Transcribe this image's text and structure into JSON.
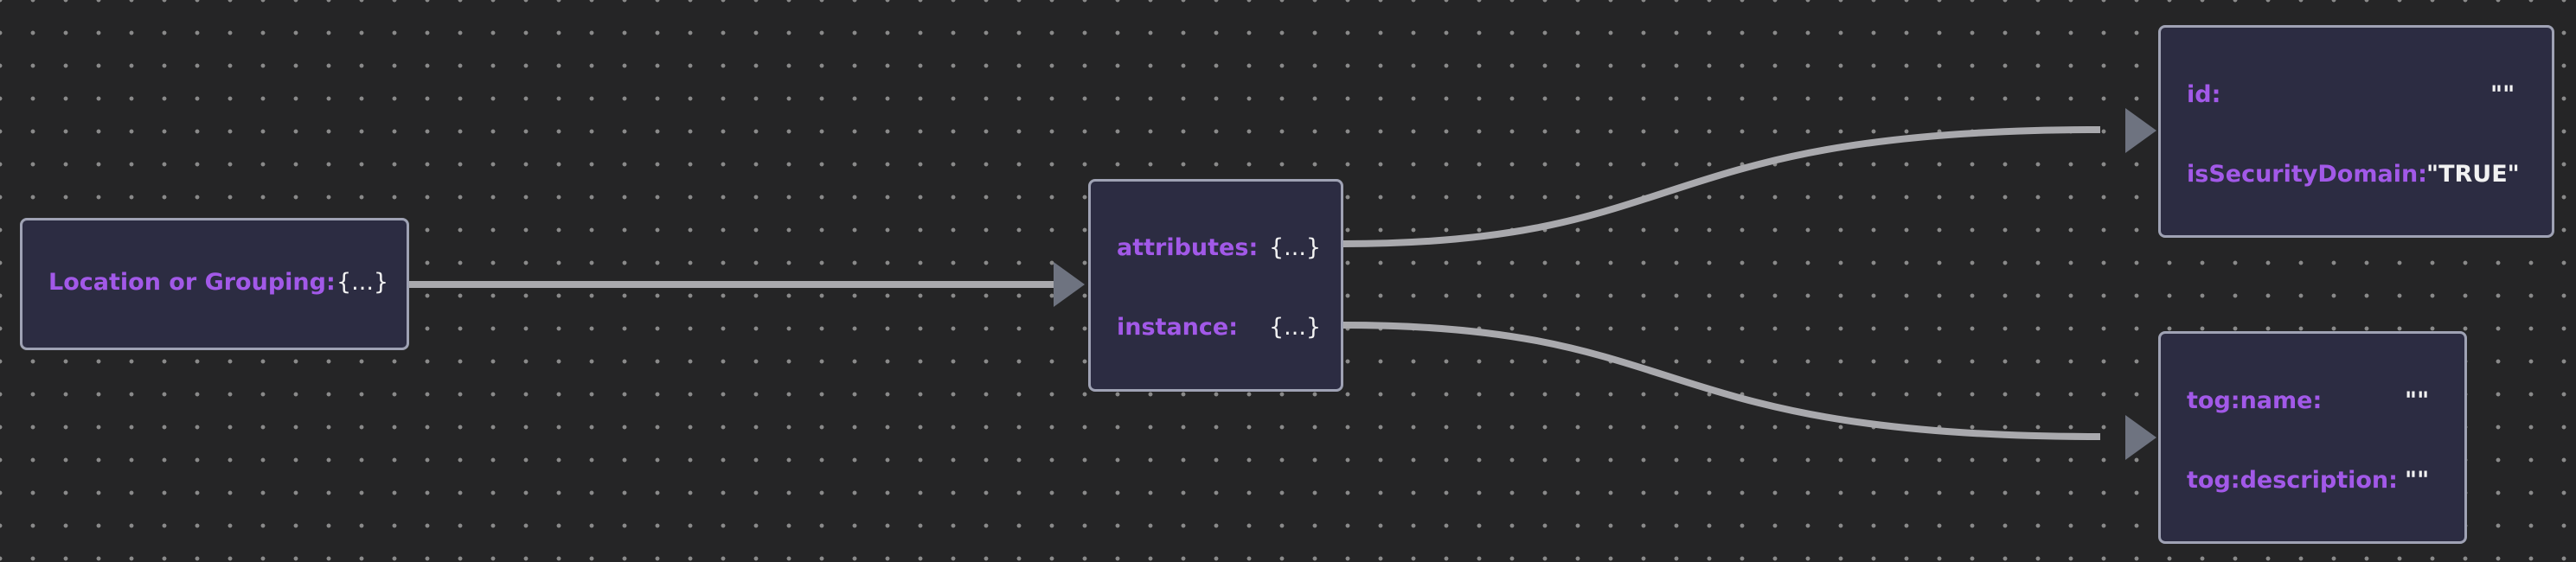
{
  "nodes": {
    "root": {
      "rows": [
        {
          "key": "Location or Grouping:",
          "value": "{...}"
        }
      ]
    },
    "middle": {
      "rows": [
        {
          "key": "attributes:",
          "value": "{...}"
        },
        {
          "key": "instance:",
          "value": "{...}"
        }
      ]
    },
    "attributes": {
      "rows": [
        {
          "key": "id:",
          "value": "\"\""
        },
        {
          "key": "isSecurityDomain:",
          "value": "\"TRUE\""
        }
      ]
    },
    "instance": {
      "rows": [
        {
          "key": "tog:name:",
          "value": "\"\""
        },
        {
          "key": "tog:description:",
          "value": "\"\""
        }
      ]
    }
  },
  "colors": {
    "background": "#252526",
    "grid_dot": "#8a8a8a",
    "node_fill": "#2c2c42",
    "node_border": "#9fa2b4",
    "key_text": "#a259e8",
    "value_text": "#f2f2f2",
    "edge": "#a9a9ad",
    "arrowhead": "#6e7380"
  }
}
